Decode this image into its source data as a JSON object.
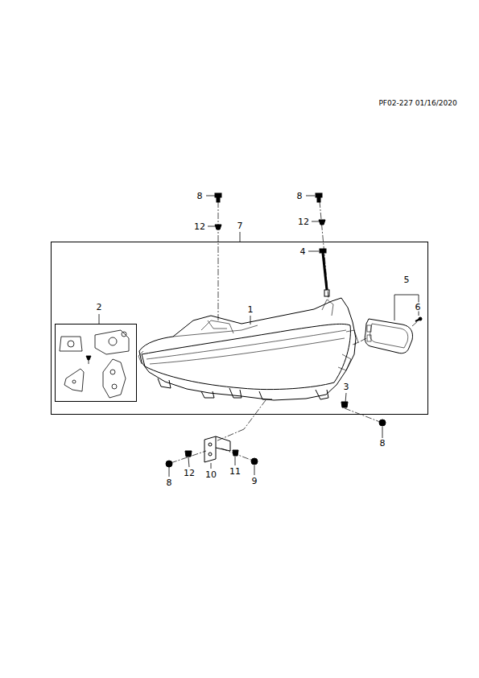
{
  "diagram": {
    "labels": [
      "PF02-227 01/16/2020",
      "8",
      "8",
      "12",
      "12",
      "7",
      "4",
      "5",
      "6",
      "2",
      "1",
      "3",
      "8",
      "12",
      "10",
      "11",
      "8",
      "9"
    ]
  }
}
